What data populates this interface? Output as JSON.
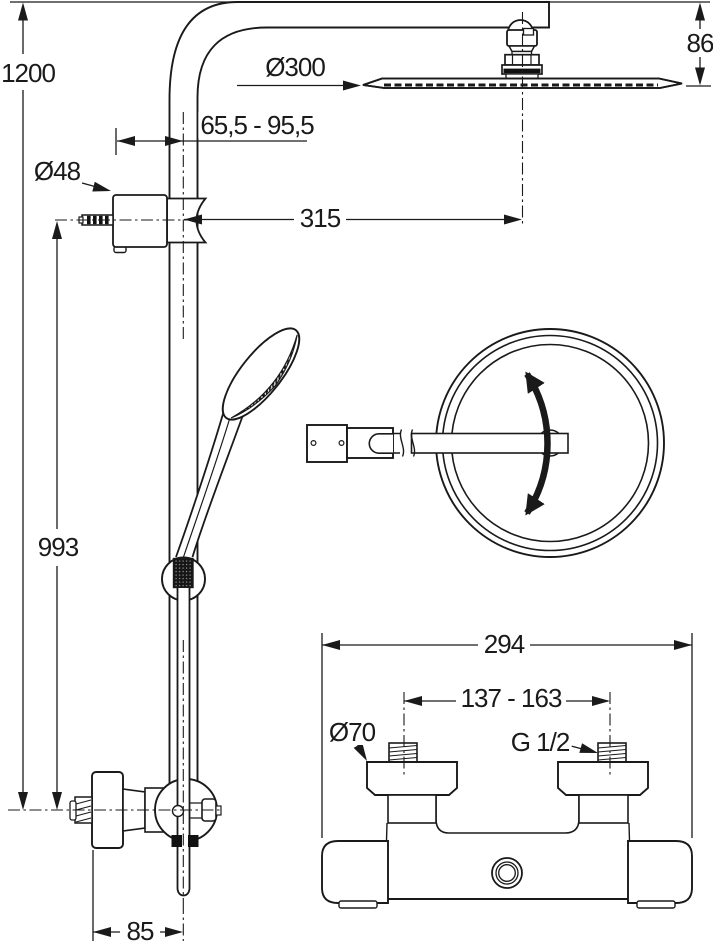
{
  "drawing": {
    "kind": "technical-dimension-drawing",
    "subject": "shower system: rail with overhead rain shower, hand shower and exposed thermostat mixer",
    "background_color": "#ffffff",
    "line_color": "#1a1a1a"
  },
  "labels": {
    "total_height": "1200",
    "rail_length": "993",
    "head_drop": "86",
    "head_diameter": "Ø300",
    "bracket_depth_range": "65,5 - 95,5",
    "bracket_diameter": "Ø48",
    "arm_projection": "315",
    "mixer_width": "294",
    "connection_centers": "137 - 163",
    "escutcheon_diameter": "Ø70",
    "thread_size": "G 1/2",
    "spout_offset": "85"
  }
}
